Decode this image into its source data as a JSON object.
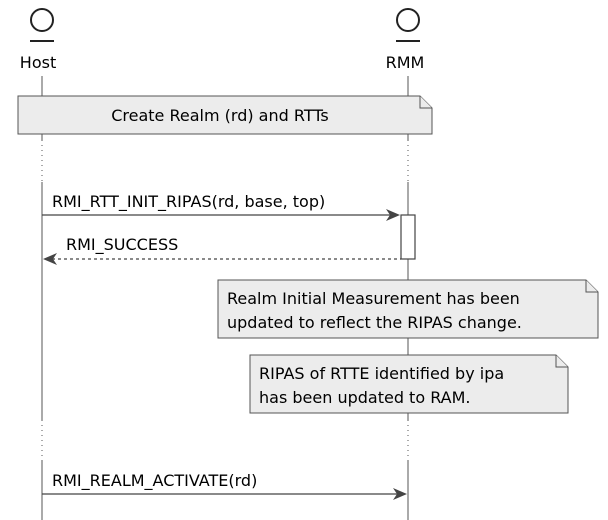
{
  "participants": [
    {
      "id": "host",
      "label": "Host"
    },
    {
      "id": "rmm",
      "label": "RMM"
    }
  ],
  "notes": {
    "create_realm": "Create Realm (rd) and RTTs",
    "measurement": [
      "Realm Initial Measurement has been",
      "updated to reflect the RIPAS change."
    ],
    "ripas": [
      "RIPAS of RTTE identified by ipa",
      "has been updated to RAM."
    ]
  },
  "messages": {
    "init_ripas": "RMI_RTT_INIT_RIPAS(rd, base, top)",
    "success": "RMI_SUCCESS",
    "activate": "RMI_REALM_ACTIVATE(rd)"
  },
  "colors": {
    "note_fill": "#ececec",
    "line": "#555555"
  }
}
